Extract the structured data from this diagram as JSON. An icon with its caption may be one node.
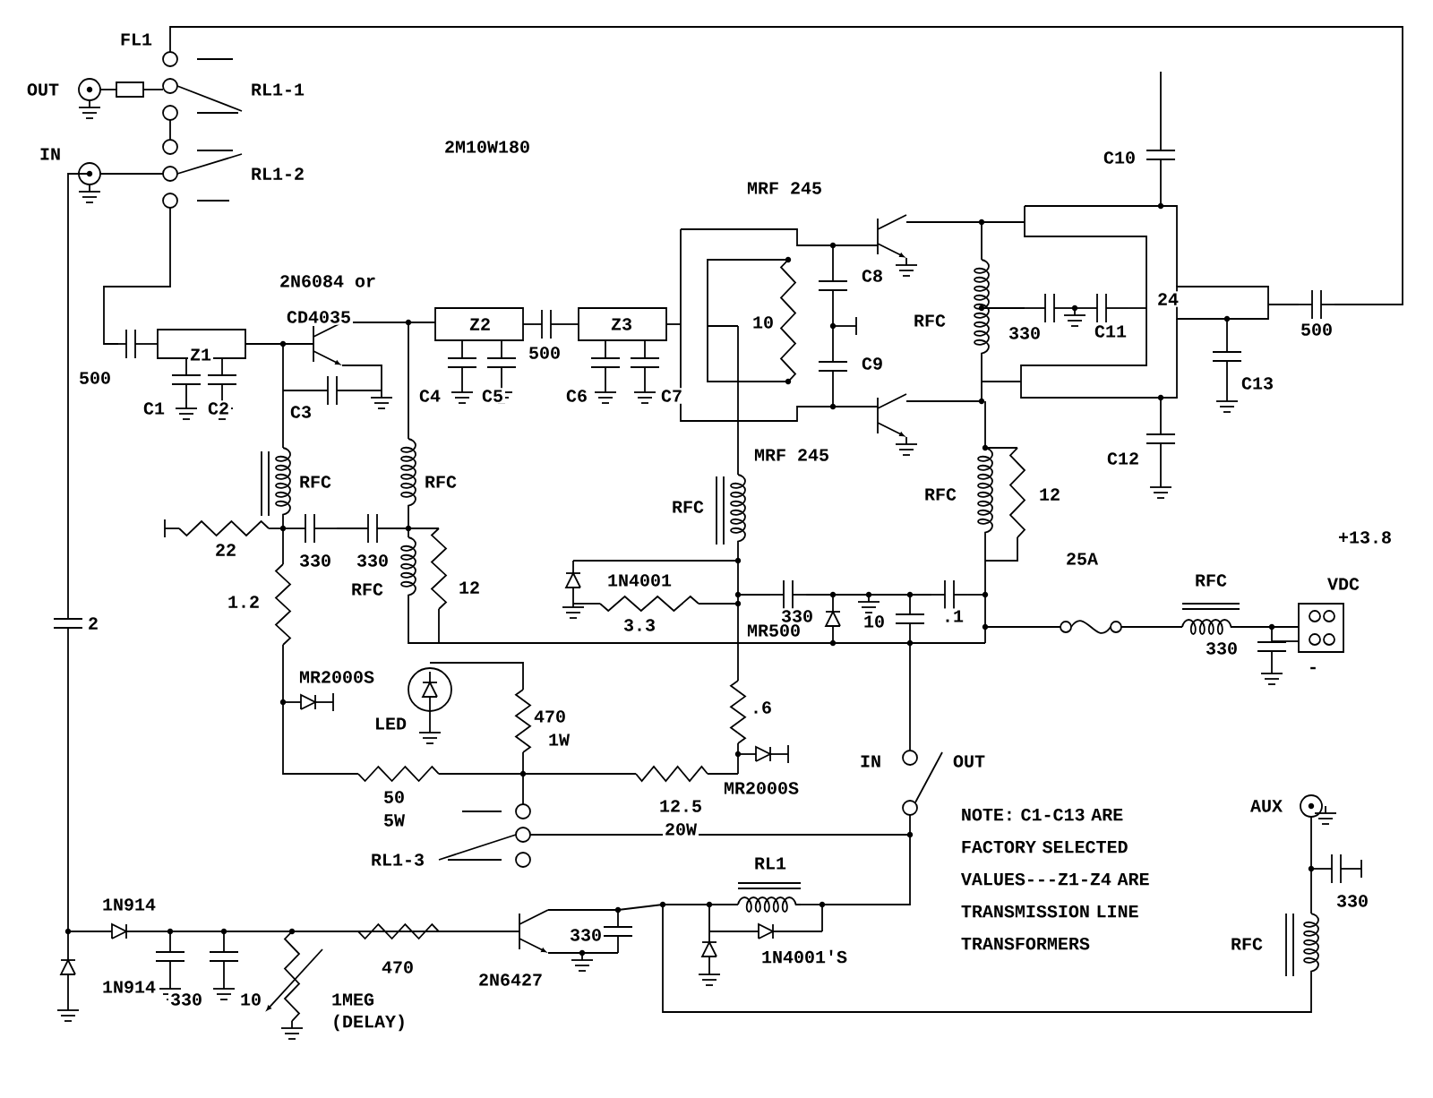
{
  "diagram": {
    "title": "2M10W180",
    "labels": [
      "FL1",
      "OUT",
      "RL1-1",
      "IN",
      "RL1-2",
      "MRF 245",
      "C10",
      "2N6084 or",
      "CD4035",
      "Z1",
      "Z2",
      "Z3",
      "500",
      "500",
      "C8",
      "10",
      "RFC",
      "330",
      "C11",
      "24",
      "C1",
      "C2",
      "C3",
      "C4",
      "C5",
      "C6",
      "C7",
      "C9",
      "C13",
      "500",
      "MRF 245",
      "C12",
      "RFC",
      "RFC",
      "RFC",
      "RFC",
      "12",
      "22",
      "330",
      "330",
      "RFC",
      "12",
      "25A",
      "RFC",
      "+13.8",
      "1N4001",
      "VDC",
      "330",
      ".1",
      "1.2",
      "2",
      "3.3",
      "MR500",
      "10",
      "330",
      "-",
      "MR2000S",
      "470",
      "1W",
      ".6",
      "LED",
      "IN",
      "OUT",
      "MR2000S",
      "50",
      "5W",
      "12.5",
      "20W",
      "AUX",
      "RL1-3",
      "NOTE: C1-C13 ARE FACTORY SELECTED VALUES---Z1-Z4 ARE TRANSMISSION LINE TRANSFORMERS",
      "RL1",
      "1N914",
      "330",
      "330",
      "1N4001'S",
      "RFC",
      "470",
      "2N6427",
      "1N914",
      "330",
      "10",
      "1MEG",
      "(DELAY)"
    ]
  }
}
